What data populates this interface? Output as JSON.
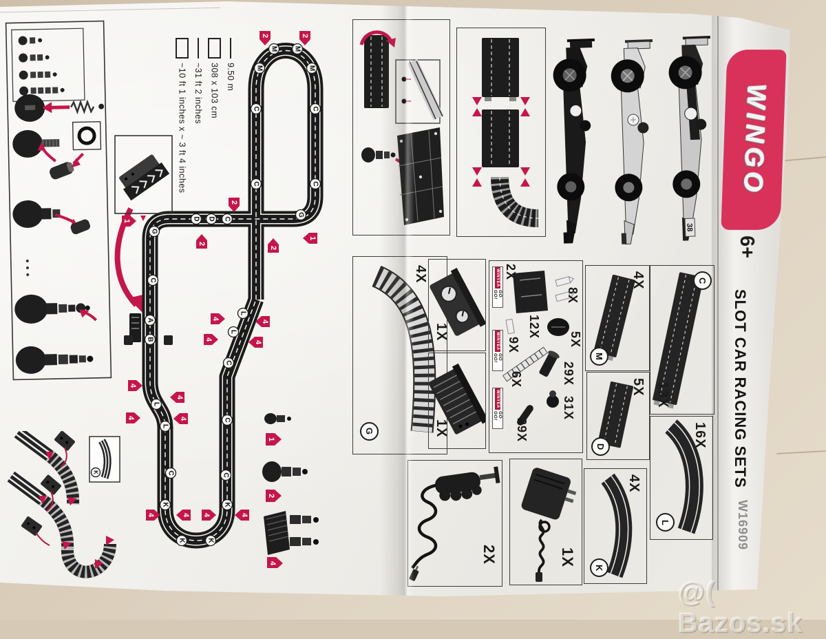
{
  "watermark": "@( Bazos.sk",
  "flap": {
    "brand": "WINGO",
    "age_rating": "6+",
    "title": "SLOT CAR RACING SETS",
    "model": "W16909"
  },
  "legend": {
    "items": [
      {
        "symbol": "line",
        "value": "9.50 m"
      },
      {
        "symbol": "rect",
        "value": "308 x 103 cm"
      },
      {
        "symbol": "line",
        "value": "~31 ft 2 inches"
      },
      {
        "symbol": "rect",
        "value": "~10 ft 1 inches x ~ 3 ft 4 inches"
      }
    ]
  },
  "plan": {
    "letters": {
      "A": "A",
      "B": "B",
      "C": "C",
      "D": "D",
      "G": "G",
      "K": "K",
      "L": "L",
      "M": "M"
    },
    "supports": {
      "s1": "1",
      "s2": "2",
      "s4": "4"
    }
  },
  "parts": {
    "curve_g": {
      "letter": "G",
      "qty": "4X"
    },
    "lap_counter_qty": "1X",
    "power_track_qty": "1X",
    "accessory_box": {
      "plate_qty": "2X",
      "flag_qty": "8X",
      "clip_qty": "12X",
      "pin_qty": "9X",
      "disc_qty": "5X",
      "rail_qty": "29X",
      "ladder_qty": "6X",
      "knob_qty": "31X",
      "tube_qty": "29X",
      "banner_brand": "WINYEA",
      "banner_slogan": "GO GO!"
    },
    "straight_c": {
      "letter": "C",
      "qty": "13X"
    },
    "half_straight_m": {
      "letter": "M",
      "qty": "4X"
    },
    "short_straight_d": {
      "letter": "D",
      "qty": "5X"
    },
    "curve_l": {
      "letter": "L",
      "qty": "16X"
    },
    "curve_k": {
      "letter": "K",
      "qty": "4X"
    },
    "inset_curve_letter": "K",
    "controller_qty": "2X",
    "adapter_qty": "1X"
  },
  "cars": {
    "car3_number": "38"
  },
  "colors": {
    "badge_red": "#d8325a",
    "marker_red": "#c4164a",
    "track_black": "#1b1b1b",
    "paper": "#f2f0ec",
    "background": "#d6c9b5"
  }
}
